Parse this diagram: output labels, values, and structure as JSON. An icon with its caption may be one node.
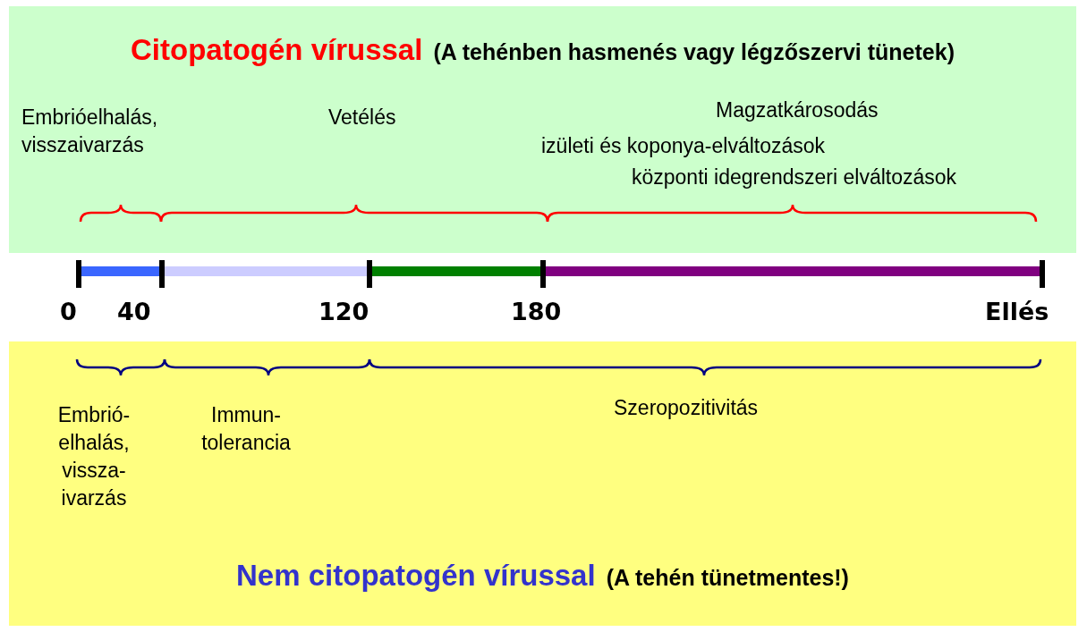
{
  "diagram": {
    "nodes": [
      {
        "text": [
          "Citopatogén vírussal",
          "(A tehénben hasmenés vagy légzőszervi tünetek)"
        ]
      },
      {
        "text": [
          "Nem citopatogén vírussal",
          "(A tehén tünetmentes!)"
        ]
      }
    ],
    "labels": [
      "Embrióelhalás, visszaivarzás",
      "Vetélés",
      "Magzatkárosodás",
      "izületi és koponya-elváltozások",
      "központi idegrendszeri elváltozások",
      "0",
      "40",
      "120",
      "180",
      "Ellés",
      "Embrió- elhalás, vissza- ivarzás",
      "Immun- tolerancia",
      "Szeropozitivitás"
    ]
  }
}
